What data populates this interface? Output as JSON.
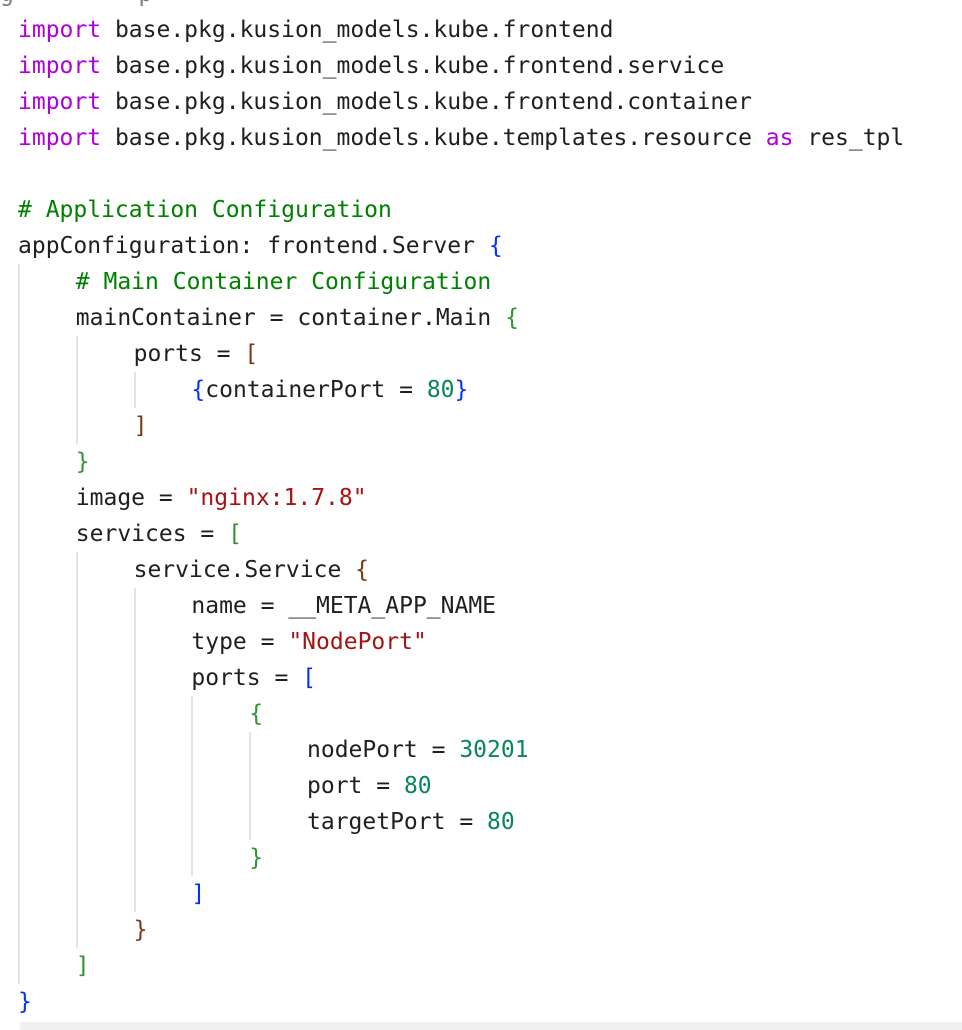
{
  "editor": {
    "cut_line_text": "(partial line cut off at top)",
    "lines": [
      {
        "indent": 0,
        "tokens": [
          {
            "t": "import",
            "c": "kw"
          },
          {
            "t": " base.pkg.kusion_models.kube.frontend"
          }
        ]
      },
      {
        "indent": 0,
        "tokens": [
          {
            "t": "import",
            "c": "kw"
          },
          {
            "t": " base.pkg.kusion_models.kube.frontend.service"
          }
        ]
      },
      {
        "indent": 0,
        "tokens": [
          {
            "t": "import",
            "c": "kw"
          },
          {
            "t": " base.pkg.kusion_models.kube.frontend.container"
          }
        ]
      },
      {
        "indent": 0,
        "tokens": [
          {
            "t": "import",
            "c": "kw"
          },
          {
            "t": " base.pkg.kusion_models.kube.templates.resource "
          },
          {
            "t": "as",
            "c": "kw"
          },
          {
            "t": " res_tpl"
          }
        ]
      },
      {
        "indent": 0,
        "tokens": []
      },
      {
        "indent": 0,
        "tokens": [
          {
            "t": "# Application Configuration",
            "c": "cm"
          }
        ]
      },
      {
        "indent": 0,
        "tokens": [
          {
            "t": "appConfiguration: frontend.Server "
          },
          {
            "t": "{",
            "c": "b-blue"
          }
        ]
      },
      {
        "indent": 1,
        "tokens": [
          {
            "t": "# Main Container Configuration",
            "c": "cm"
          }
        ]
      },
      {
        "indent": 1,
        "tokens": [
          {
            "t": "mainContainer = container.Main "
          },
          {
            "t": "{",
            "c": "b-green"
          }
        ]
      },
      {
        "indent": 2,
        "tokens": [
          {
            "t": "ports = "
          },
          {
            "t": "[",
            "c": "b-brown"
          }
        ]
      },
      {
        "indent": 3,
        "tokens": [
          {
            "t": "{",
            "c": "b-blue"
          },
          {
            "t": "containerPort = "
          },
          {
            "t": "80",
            "c": "num"
          },
          {
            "t": "}",
            "c": "b-blue"
          }
        ]
      },
      {
        "indent": 2,
        "tokens": [
          {
            "t": "]",
            "c": "b-brown"
          }
        ]
      },
      {
        "indent": 1,
        "tokens": [
          {
            "t": "}",
            "c": "b-green"
          }
        ]
      },
      {
        "indent": 1,
        "tokens": [
          {
            "t": "image = "
          },
          {
            "t": "\"nginx:1.7.8\"",
            "c": "str"
          }
        ]
      },
      {
        "indent": 1,
        "tokens": [
          {
            "t": "services = "
          },
          {
            "t": "[",
            "c": "b-green"
          }
        ]
      },
      {
        "indent": 2,
        "tokens": [
          {
            "t": "service.Service "
          },
          {
            "t": "{",
            "c": "b-brown"
          }
        ]
      },
      {
        "indent": 3,
        "tokens": [
          {
            "t": "name = __META_APP_NAME"
          }
        ]
      },
      {
        "indent": 3,
        "tokens": [
          {
            "t": "type = "
          },
          {
            "t": "\"NodePort\"",
            "c": "str"
          }
        ]
      },
      {
        "indent": 3,
        "tokens": [
          {
            "t": "ports = "
          },
          {
            "t": "[",
            "c": "b-blue"
          }
        ]
      },
      {
        "indent": 4,
        "tokens": [
          {
            "t": "{",
            "c": "b-green"
          }
        ]
      },
      {
        "indent": 5,
        "tokens": [
          {
            "t": "nodePort = "
          },
          {
            "t": "30201",
            "c": "num"
          }
        ]
      },
      {
        "indent": 5,
        "tokens": [
          {
            "t": "port = "
          },
          {
            "t": "80",
            "c": "num"
          }
        ]
      },
      {
        "indent": 5,
        "tokens": [
          {
            "t": "targetPort = "
          },
          {
            "t": "80",
            "c": "num"
          }
        ]
      },
      {
        "indent": 4,
        "tokens": [
          {
            "t": "}",
            "c": "b-green"
          }
        ]
      },
      {
        "indent": 3,
        "tokens": [
          {
            "t": "]",
            "c": "b-blue"
          }
        ]
      },
      {
        "indent": 2,
        "tokens": [
          {
            "t": "}",
            "c": "b-brown"
          }
        ]
      },
      {
        "indent": 1,
        "tokens": [
          {
            "t": "]",
            "c": "b-green"
          }
        ]
      },
      {
        "indent": 0,
        "tokens": [
          {
            "t": "}",
            "c": "b-blue"
          }
        ]
      }
    ]
  },
  "colors": {
    "keyword": "#af00db",
    "comment": "#008000",
    "number": "#098658",
    "string": "#a31515",
    "bracket_level_1": "#0431fa",
    "bracket_level_2": "#319331",
    "bracket_level_3": "#7b3814",
    "indent_guide": "#e3e3e3"
  }
}
